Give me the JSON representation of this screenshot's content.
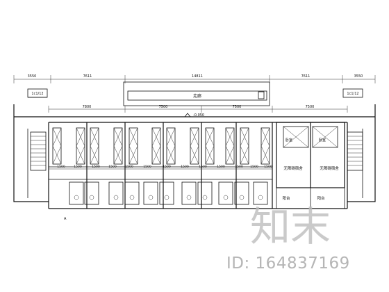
{
  "dimensions": {
    "top": [
      "3550",
      "7611",
      "14811",
      "7611",
      "3550"
    ],
    "second": [
      "7800",
      "7500",
      "7500",
      "7500"
    ],
    "bay": [
      "1500",
      "1500",
      "1500",
      "1500",
      "1500",
      "1500",
      "1500",
      "1500",
      "1500",
      "1500",
      "1500",
      "1500",
      "1500"
    ]
  },
  "labels": {
    "corridor": "走廊",
    "level": "-0.050",
    "axis_left": "1c1/12",
    "axis_right": "1c1/12",
    "accessible_dorm_left": "无障碍宿舍",
    "accessible_dorm_right": "无障碍宿舍",
    "balcony_left": "阳台",
    "balcony_right": "阳台",
    "room_a": "卧室",
    "room_b": "卧室",
    "grid_a": "A"
  },
  "watermark": {
    "logo_text": "知末",
    "id_text": "ID: 164837169"
  },
  "colors": {
    "line": "#111111",
    "watermark": "#b5b5b5"
  }
}
